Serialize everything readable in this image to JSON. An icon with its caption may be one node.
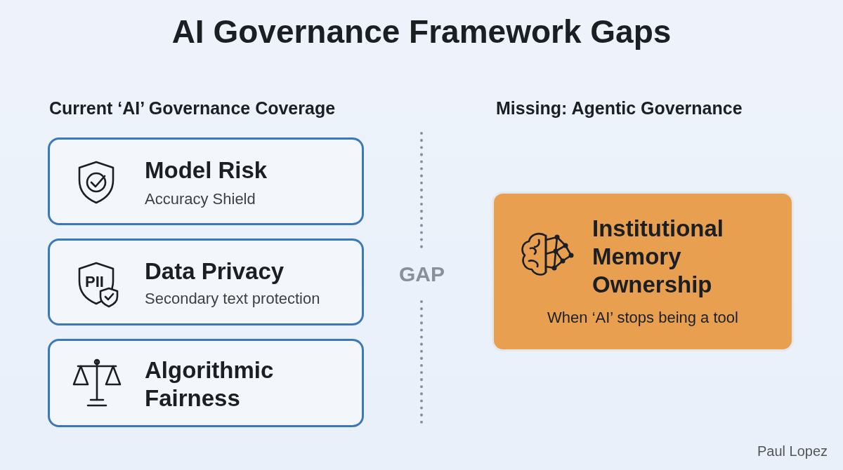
{
  "diagram": {
    "title": "AI Governance Framework Gaps",
    "nodes": [
      {
        "text": [
          "Model Risk",
          "Accuracy Shield"
        ]
      },
      {
        "text": [
          "Data Privacy",
          "Secondary text protection"
        ]
      },
      {
        "text": [
          "Algorithmic Fairness"
        ]
      },
      {
        "text": [
          "Institutional Memory Ownership",
          "When ‘AI’ stops being a tool"
        ]
      }
    ],
    "edges": [],
    "labels": [
      "Current ‘AI’ Governance Coverage",
      "Missing: Agentic Governance",
      "GAP",
      "PII",
      "Paul Lopez"
    ]
  }
}
